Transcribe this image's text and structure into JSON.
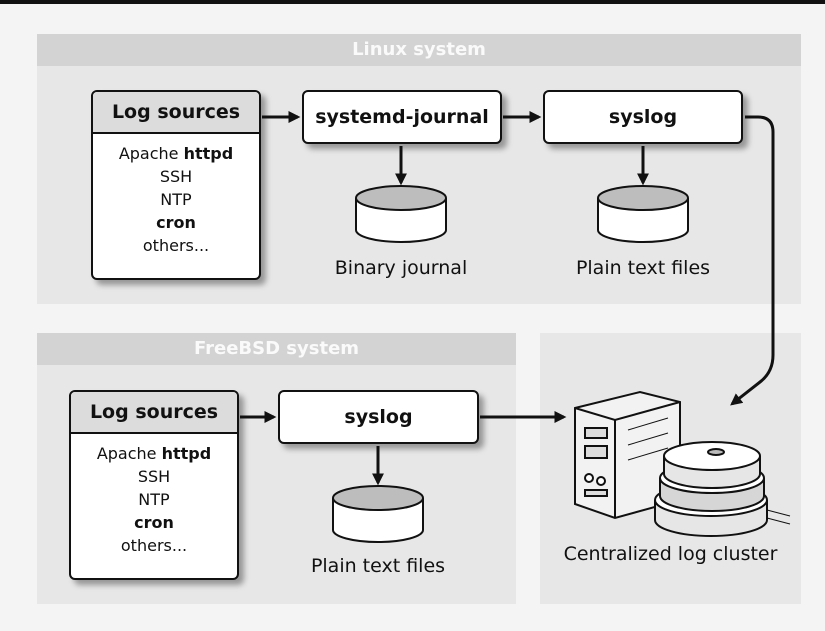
{
  "linux": {
    "title": "Linux system",
    "sources": {
      "title": "Log sources",
      "items": [
        {
          "prefix": "Apache ",
          "bold": "httpd"
        },
        {
          "prefix": "SSH",
          "bold": ""
        },
        {
          "prefix": "NTP",
          "bold": ""
        },
        {
          "prefix": "",
          "bold": "cron"
        },
        {
          "prefix": "others...",
          "bold": ""
        }
      ]
    },
    "journal_box": "systemd-journal",
    "syslog_box": "syslog",
    "journal_db_label": "Binary journal",
    "syslog_db_label": "Plain text files"
  },
  "freebsd": {
    "title": "FreeBSD system",
    "sources": {
      "title": "Log sources",
      "items": [
        {
          "prefix": "Apache ",
          "bold": "httpd"
        },
        {
          "prefix": "SSH",
          "bold": ""
        },
        {
          "prefix": "NTP",
          "bold": ""
        },
        {
          "prefix": "",
          "bold": "cron"
        },
        {
          "prefix": "others...",
          "bold": ""
        }
      ]
    },
    "syslog_box": "syslog",
    "syslog_db_label": "Plain text files"
  },
  "cluster": {
    "label": "Centralized log cluster"
  }
}
